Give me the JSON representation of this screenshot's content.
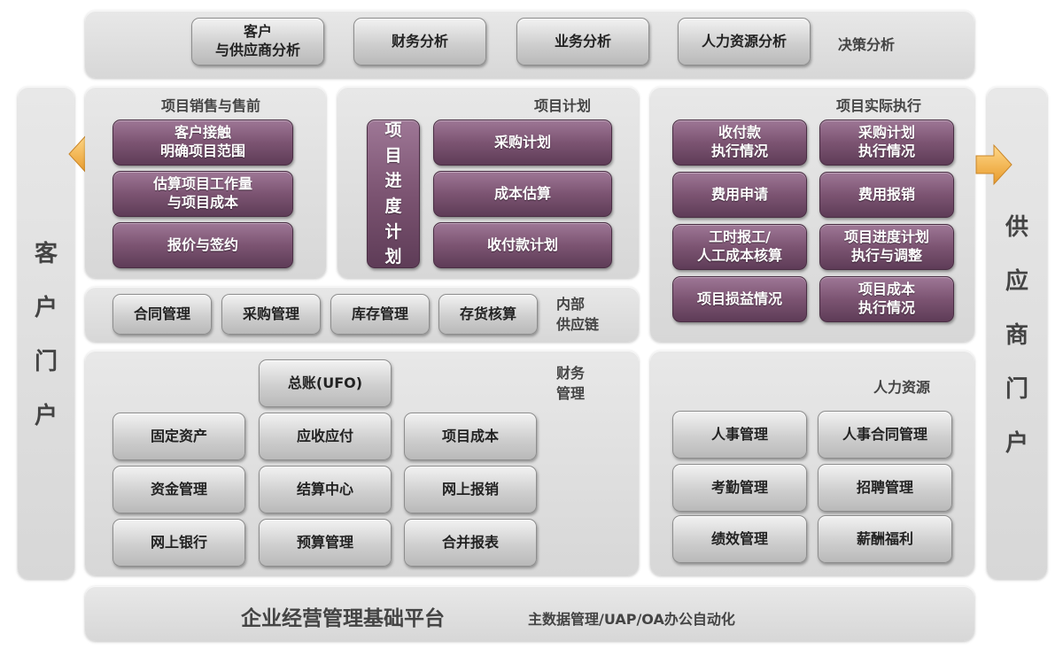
{
  "decision": {
    "items": [
      "客户\n与供应商分析",
      "财务分析",
      "业务分析",
      "人力资源分析"
    ],
    "label": "决策分析"
  },
  "left_portal": {
    "label": "客户门户",
    "chars": [
      "客",
      "户",
      "门",
      "户"
    ]
  },
  "right_portal": {
    "label": "供应商门户",
    "chars": [
      "供",
      "应",
      "商",
      "门",
      "户"
    ]
  },
  "sales": {
    "title": "项目销售与售前",
    "items": [
      "客户接触\n明确项目范围",
      "估算项目工作量\n与项目成本",
      "报价与签约"
    ]
  },
  "planning": {
    "title": "项目计划",
    "vertical": {
      "label": "项目进度计划",
      "chars": [
        "项",
        "目",
        "进",
        "度",
        "计",
        "划"
      ]
    },
    "items": [
      "采购计划",
      "成本估算",
      "收付款计划"
    ]
  },
  "execution": {
    "title": "项目实际执行",
    "items": [
      "收付款\n执行情况",
      "采购计划\n执行情况",
      "费用申请",
      "费用报销",
      "工时报工/\n人工成本核算",
      "项目进度计划\n执行与调整",
      "项目损益情况",
      "项目成本\n执行情况"
    ]
  },
  "supply_chain": {
    "title": "内部\n供应链",
    "items": [
      "合同管理",
      "采购管理",
      "库存管理",
      "存货核算"
    ]
  },
  "finance": {
    "title": "财务\n管理",
    "gl": "总账(UFO)",
    "items": [
      "固定资产",
      "应收应付",
      "项目成本",
      "资金管理",
      "结算中心",
      "网上报销",
      "网上银行",
      "预算管理",
      "合并报表"
    ]
  },
  "hr": {
    "title": "人力资源",
    "items": [
      "人事管理",
      "人事合同管理",
      "考勤管理",
      "招聘管理",
      "绩效管理",
      "薪酬福利"
    ]
  },
  "platform": {
    "title": "企业经营管理基础平台",
    "subtitle": "主数据管理/UAP/OA办公自动化"
  },
  "colors": {
    "purple": "#7c5472",
    "gray_panel": "#dddddd",
    "arrow": "#f0b040"
  },
  "icons": {
    "left_arrow": "arrow-left-icon",
    "right_arrow": "arrow-right-icon"
  }
}
